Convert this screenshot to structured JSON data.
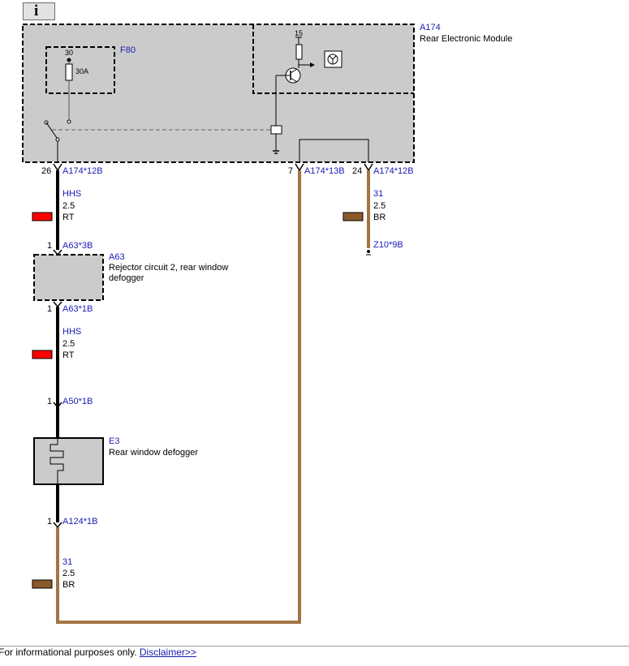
{
  "toolbar": {
    "info_icon": "info-icon",
    "info_glyph": "i"
  },
  "module": {
    "id": "A174",
    "name": "Rear Electronic Module"
  },
  "fuse": {
    "id": "F80",
    "rating": "30A",
    "terminal": "30"
  },
  "terminal_15": "15",
  "connectors": {
    "a174_12b_left": {
      "pin": "26",
      "label": "A174*12B"
    },
    "a174_13b": {
      "pin": "7",
      "label": "A174*13B"
    },
    "a174_12b_right": {
      "pin": "24",
      "label": "A174*12B"
    },
    "a63_3b": {
      "pin": "1",
      "label": "A63*3B"
    },
    "a63_1b": {
      "pin": "1",
      "label": "A63*1B"
    },
    "a50_1b": {
      "pin": "1",
      "label": "A50*1B"
    },
    "a124_1b": {
      "pin": "1",
      "label": "A124*1B"
    },
    "z10_9b": {
      "label": "Z10*9B"
    }
  },
  "wires": {
    "w1": {
      "code": "HHS",
      "size": "2.5",
      "color_code": "RT",
      "color": "#ff0000"
    },
    "w2": {
      "code": "31",
      "size": "2.5",
      "color_code": "BR",
      "color": "#8b5a2b"
    },
    "w3": {
      "code": "HHS",
      "size": "2.5",
      "color_code": "RT",
      "color": "#ff0000"
    },
    "w4": {
      "code": "31",
      "size": "2.5",
      "color_code": "BR",
      "color": "#8b5a2b"
    }
  },
  "components": {
    "a63": {
      "id": "A63",
      "name_line1": "Rejector circuit 2, rear window",
      "name_line2": "defogger"
    },
    "e3": {
      "id": "E3",
      "name": "Rear window defogger"
    }
  },
  "colors": {
    "brown_wire": "#a27444",
    "black_wire": "#000000",
    "module_fill": "#cbcbcb",
    "label_blue": "#1a1ab4"
  },
  "footer": {
    "text": "For informational purposes only.",
    "link": "Disclaimer>>"
  }
}
